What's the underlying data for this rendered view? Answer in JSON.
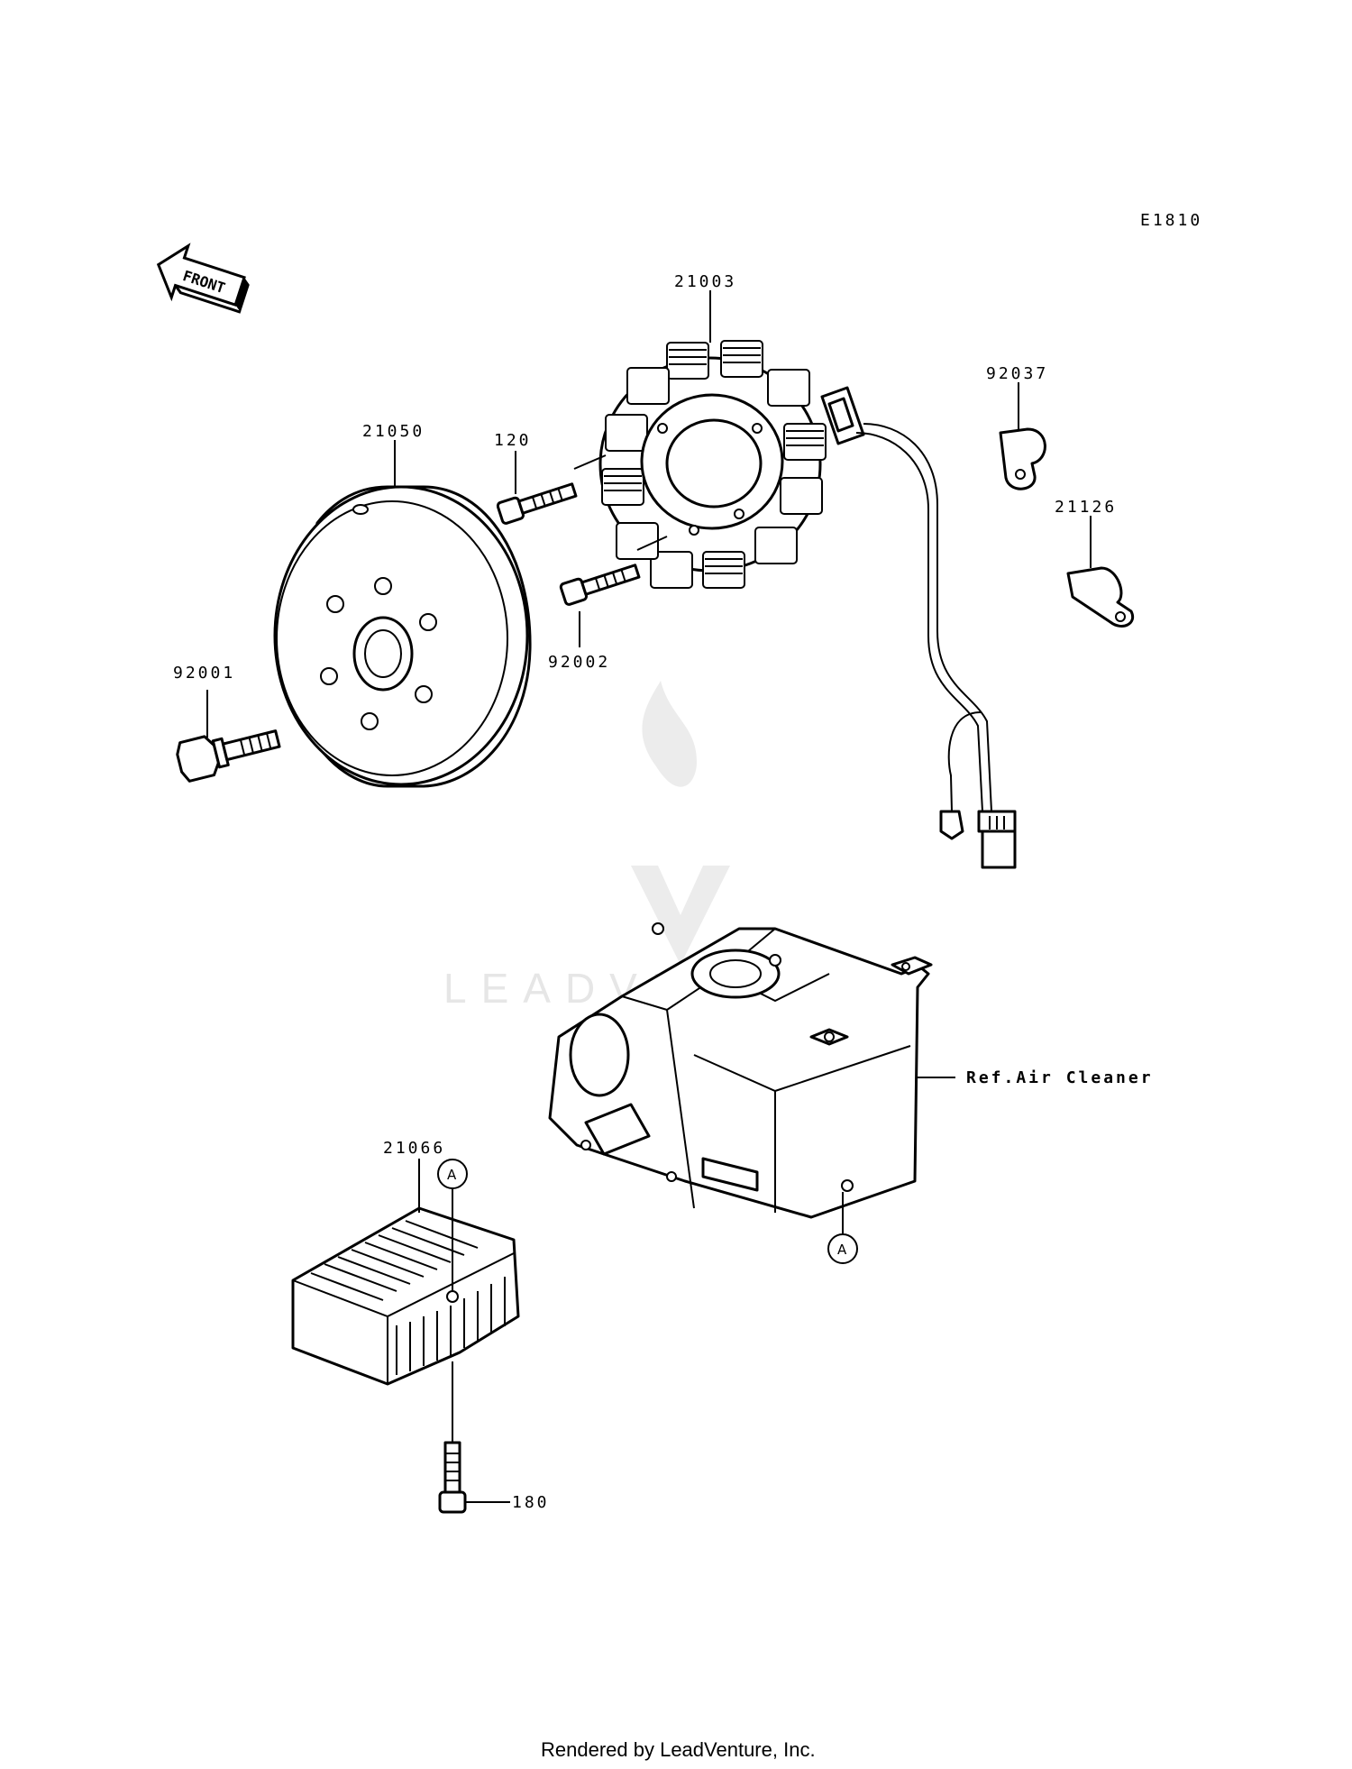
{
  "diagram_code": "E1810",
  "front_label": "FRONT",
  "watermark": "LEADVENTURE",
  "parts": {
    "stator": "21003",
    "flywheel": "21050",
    "stator_bolt_upper": "120",
    "stator_bolt_lower": "92002",
    "flywheel_bolt": "92001",
    "clamp_upper": "92037",
    "clamp_lower": "21126",
    "regulator": "21066",
    "regulator_bolt": "180"
  },
  "reference_text": "Ref.Air Cleaner",
  "marker_regulator": "A",
  "marker_airbox": "A",
  "footer": "Rendered by LeadVenture, Inc."
}
